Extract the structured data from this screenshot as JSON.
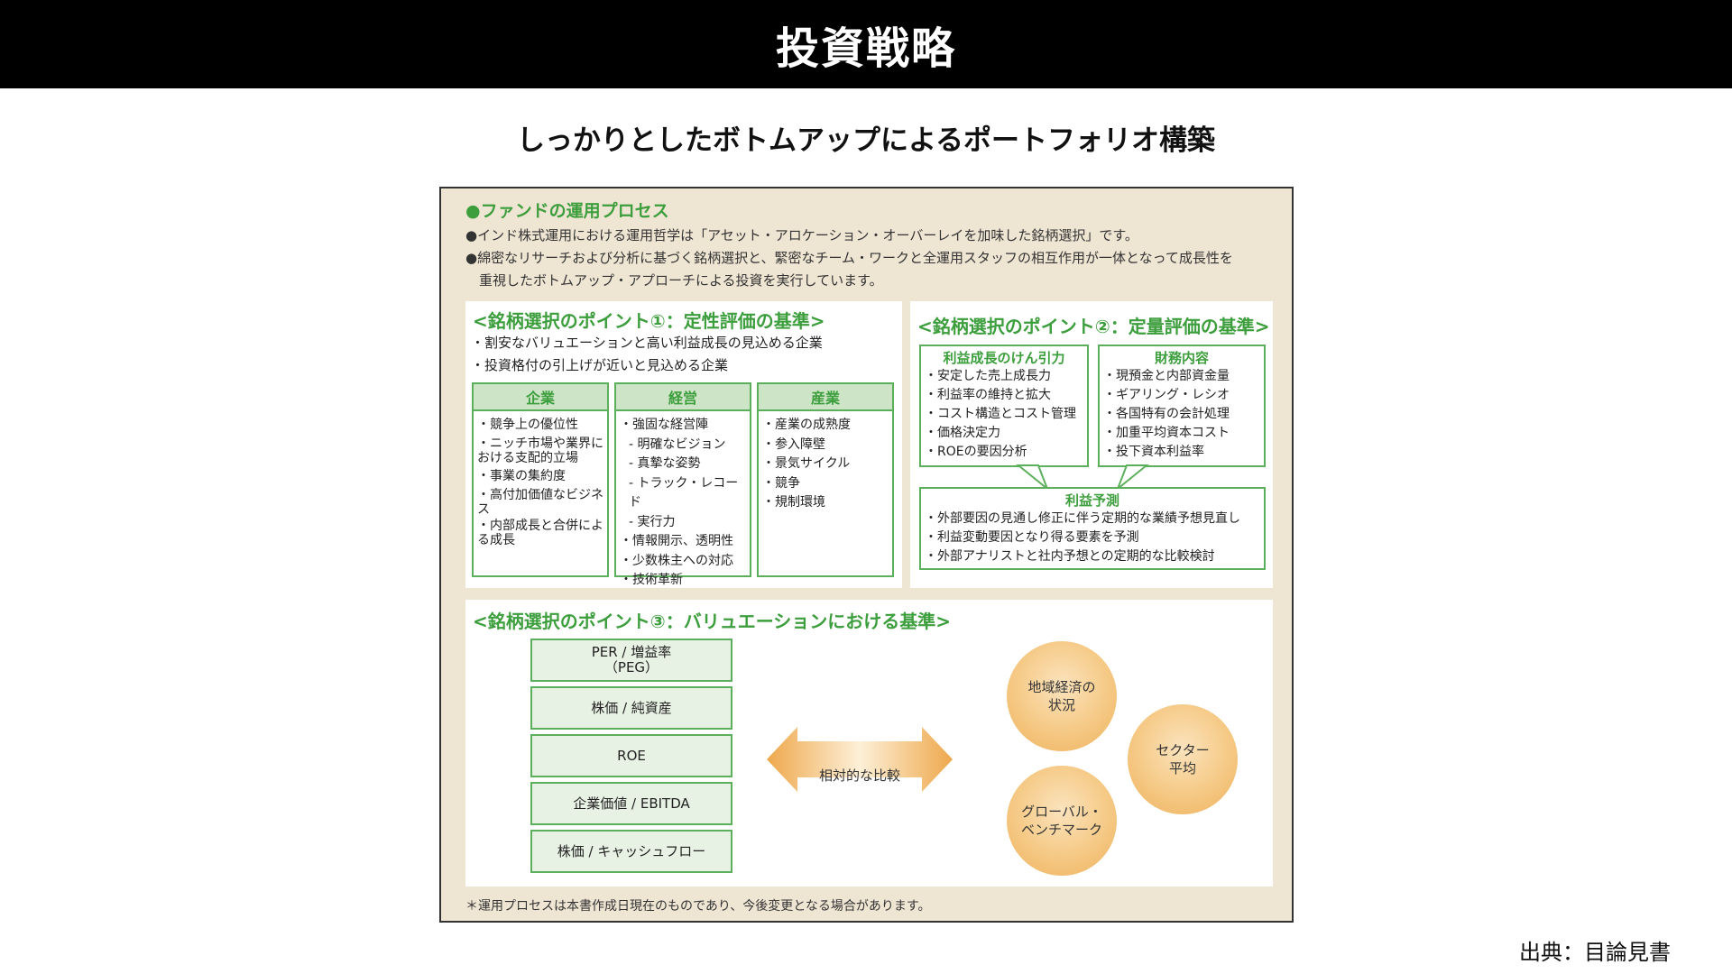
{
  "header": {
    "title": "投資戦略"
  },
  "subtitle": "しっかりとしたボトムアップによるポートフォリオ構築",
  "panel": {
    "process_title": "●ファンドの運用プロセス",
    "intro_1": "●インド株式運用における運用哲学は「アセット・アロケーション・オーバーレイを加味した銘柄選択」です。",
    "intro_2a": "●綿密なリサーチおよび分析に基づく銘柄選択と、緊密なチーム・ワークと全運用スタッフの相互作用が一体となって成長性を",
    "intro_2b": "重視したボトムアップ・アプローチによる投資を実行しています。",
    "point1": {
      "title": "<銘柄選択のポイント①：定性評価の基準>",
      "bullets": [
        "・割安なバリュエーションと高い利益成長の見込める企業",
        "・投資格付の引上げが近いと見込める企業"
      ],
      "columns": [
        {
          "head": "企業",
          "items": [
            "・競争上の優位性",
            "・ニッチ市場や業界における支配的立場",
            "・事業の集約度",
            "・高付加価値なビジネス",
            "・内部成長と合併による成長"
          ]
        },
        {
          "head": "経営",
          "items": [
            "・強固な経営陣",
            "- 明確なビジョン",
            "- 真摯な姿勢",
            "- トラック・レコード",
            "- 実行力",
            "・情報開示、透明性",
            "・少数株主への対応",
            "・技術革新"
          ]
        },
        {
          "head": "産業",
          "items": [
            "・産業の成熟度",
            "・参入障壁",
            "・景気サイクル",
            "・競争",
            "・規制環境"
          ]
        }
      ]
    },
    "point2": {
      "title": "<銘柄選択のポイント②：定量評価の基準>",
      "growth": {
        "head": "利益成長のけん引力",
        "items": [
          "・安定した売上成長力",
          "・利益率の維持と拡大",
          "・コスト構造とコスト管理",
          "・価格決定力",
          "・ROEの要因分析"
        ]
      },
      "finance": {
        "head": "財務内容",
        "items": [
          "・現預金と内部資金量",
          "・ギアリング・レシオ",
          "・各国特有の会計処理",
          "・加重平均資本コスト",
          "・投下資本利益率"
        ]
      },
      "forecast": {
        "head": "利益予測",
        "items": [
          "・外部要因の見通し修正に伴う定期的な業績予想見直し",
          "・利益変動要因となり得る要素を予測",
          "・外部アナリストと社内予想との定期的な比較検討"
        ]
      }
    },
    "point3": {
      "title": "<銘柄選択のポイント③：バリュエーションにおける基準>",
      "metrics": [
        "PER / 増益率\n（PEG）",
        "株価 / 純資産",
        "ROE",
        "企業価値 / EBITDA",
        "株価 / キャッシュフロー"
      ],
      "arrow_label": "相対的な比較",
      "circles": [
        "地域経済の\n状況",
        "セクター\n平均",
        "グローバル・\nベンチマーク"
      ]
    },
    "note": "＊運用プロセスは本書作成日現在のものであり、今後変更となる場合があります。"
  },
  "source": "出典：目論見書",
  "colors": {
    "green": "#3d9e3d",
    "panel_bg": "#efe5d3",
    "header_bg": "#000000",
    "orange": "#eeb15c"
  }
}
